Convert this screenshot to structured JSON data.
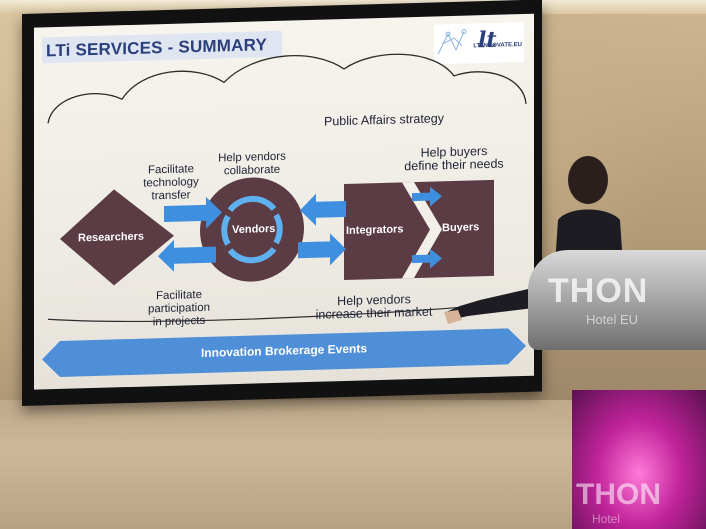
{
  "slide": {
    "title": "LTi SERVICES - SUMMARY",
    "logo_text": "LT-INNOVATE.EU",
    "logo_mark": "lt",
    "public_affairs": "Public Affairs strategy",
    "facilitate_transfer": [
      "Facilitate",
      "technology",
      "transfer"
    ],
    "help_collaborate": [
      "Help vendors",
      "collaborate"
    ],
    "help_buyers": [
      "Help buyers",
      "define their needs"
    ],
    "facilitate_projects": [
      "Facilitate",
      "participation",
      "in projects"
    ],
    "help_market": [
      "Help vendors",
      "increase their market"
    ],
    "researchers": "Researchers",
    "vendors": "Vendors",
    "integrators": "Integrators",
    "buyers": "Buyers",
    "band": "Innovation Brokerage Events"
  },
  "podium": {
    "brand": "THON",
    "sub": "Hotel EU",
    "brand_lower": "THON",
    "sub_lower": "Hotel"
  },
  "colors": {
    "shape_dark": "#5b3b44",
    "arrow_blue": "#3f8fe0",
    "band_blue": "#4f8fd8",
    "title_blue": "#2b3f7a"
  }
}
